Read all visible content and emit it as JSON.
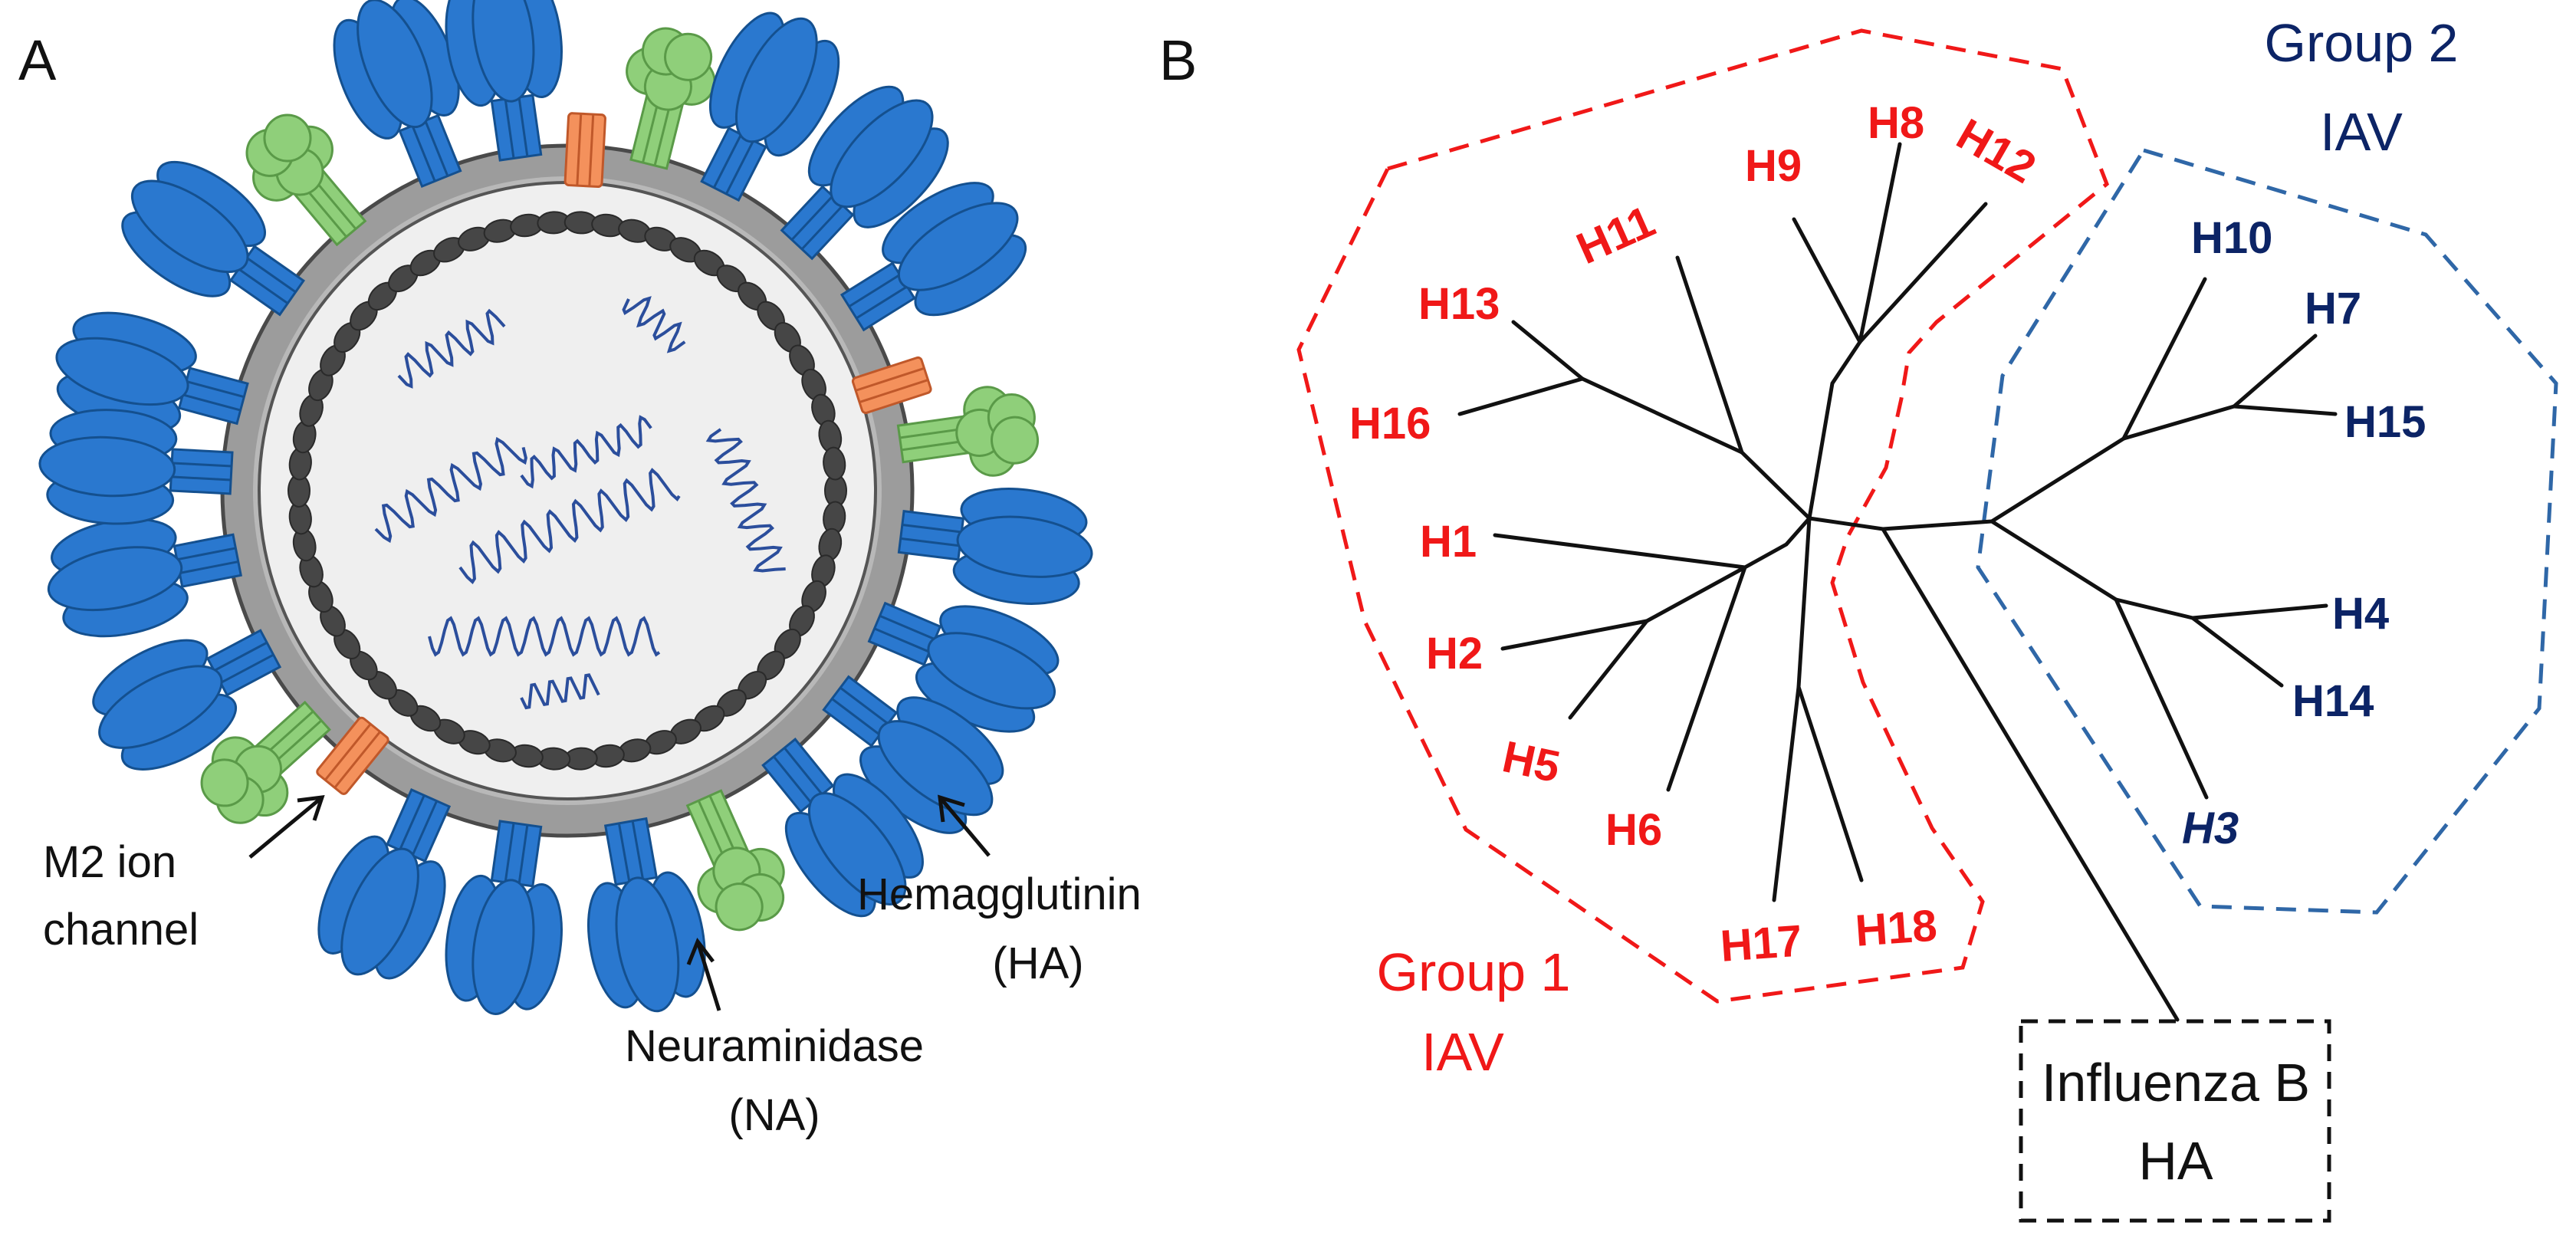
{
  "panel_a": {
    "letter": "A",
    "labels": {
      "m2_line1": "M2 ion",
      "m2_line2": "channel",
      "na_line1": "Neuraminidase",
      "na_line2": "(NA)",
      "ha_line1": "Hemagglutinin",
      "ha_line2": "(HA)"
    },
    "colors": {
      "hemagglutinin": "#2a78cf",
      "neuraminidase": "#7fc26b",
      "m2_channel": "#f4915c",
      "envelope": "#a0a0a0",
      "matrix_beads": "#454545",
      "core": "#eeeeee",
      "rna": "#2b4e9c"
    }
  },
  "panel_b": {
    "letter": "B",
    "group1": {
      "line1": "Group 1",
      "line2": "IAV",
      "color": "#f01818",
      "subtypes": [
        "H8",
        "H9",
        "H12",
        "H11",
        "H13",
        "H16",
        "H1",
        "H2",
        "H5",
        "H6",
        "H17",
        "H18"
      ]
    },
    "group2": {
      "line1": "Group 2",
      "line2": "IAV",
      "color": "#0c2466",
      "subtypes": [
        "H10",
        "H7",
        "H15",
        "H4",
        "H14",
        "H3"
      ]
    },
    "influenza_b": {
      "line1": "Influenza B",
      "line2": "HA"
    }
  }
}
